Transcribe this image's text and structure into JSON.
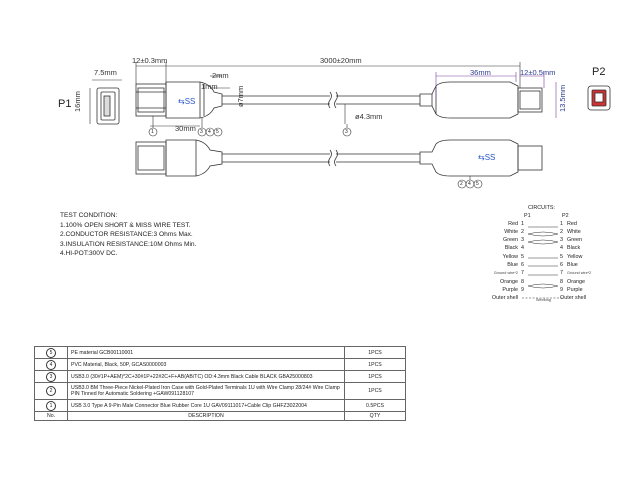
{
  "drawing": {
    "p1_label": "P1",
    "p2_label": "P2",
    "dimensions": {
      "d_12_03_left": "12±0.3mm",
      "d_3000": "3000±20mm",
      "d_2mm": "2mm",
      "d_7_5": "7.5mm",
      "d_16": "16mm",
      "d_1mm": "1mm",
      "d_7mm": "ø7mm",
      "d_30": "30mm",
      "d_36": "36mm",
      "d_12_05_right": "12±0.5mm",
      "d_13_5": "13.5mm",
      "d_4_3": "ø4.3mm"
    },
    "callouts": [
      "1",
      "2",
      "3",
      "4",
      "5"
    ],
    "colors": {
      "line": "#333333",
      "dim_blue": "#2b3a8f",
      "dim_purple": "#7a3fa0"
    }
  },
  "test_condition": {
    "title": "TEST CONDITION:",
    "lines": [
      "1.100% OPEN SHORT & MISS WIRE TEST.",
      "2.CONDUCTOR RESISTANCE:3 Ohms Max.",
      "3.INSULATION RESISTANCE:10M Ohms Min.",
      "4.HI-POT:300V DC."
    ]
  },
  "circuits": {
    "title": "CIRCUITS:",
    "p1": "P1",
    "p2": "P2",
    "rows": [
      {
        "left": "Red",
        "n1": "1",
        "n2": "1",
        "right": "Red"
      },
      {
        "left": "White",
        "n1": "2",
        "n2": "2",
        "right": "White"
      },
      {
        "left": "Green",
        "n1": "3",
        "n2": "3",
        "right": "Green"
      },
      {
        "left": "Black",
        "n1": "4",
        "n2": "4",
        "right": "Black"
      },
      {
        "left": "Yellow",
        "n1": "5",
        "n2": "5",
        "right": "Yellow"
      },
      {
        "left": "Blue",
        "n1": "6",
        "n2": "6",
        "right": "Blue"
      },
      {
        "left": "Ground wire*2",
        "n1": "7",
        "n2": "7",
        "right": "Ground wire*2"
      },
      {
        "left": "Orange",
        "n1": "8",
        "n2": "8",
        "right": "Orange"
      },
      {
        "left": "Purple",
        "n1": "9",
        "n2": "9",
        "right": "Purple"
      },
      {
        "left": "Outer shell",
        "n1": "",
        "n2": "",
        "right": "Outer shell"
      }
    ],
    "webbing": "Webbing"
  },
  "bom": {
    "rows": [
      {
        "no": "5",
        "desc": "PE material GCB00110001",
        "qty": "1PCS"
      },
      {
        "no": "4",
        "desc": "PVC Material, Black, 50P, GCAS0000003",
        "qty": "1PCS"
      },
      {
        "no": "3",
        "desc": "USB3.0 (30#1P+AEM)*2C+30#1P+22#2C+F+AB(AB/TC) OD:4.3mm Black Cable BLACK  GBA25000803",
        "qty": "1PCS"
      },
      {
        "no": "2",
        "desc": "USB3.0 BM Three-Piece Nickel-Plated Iron Case with Gold-Plated Terminals 1U with Wire Clamp  28/24# Wire Clamp PIN Tinned for Automatic Soldering +GAW091128107",
        "qty": "1PCS"
      },
      {
        "no": "1",
        "desc": "USB 3.0 Type A 9-Pin Male Connector Blue Rubber Core 1U GAV09111017+Cable Clip GHFZ3022004",
        "qty": "0.5PCS"
      }
    ],
    "header": {
      "no": "No.",
      "desc": "DESCRIPTION",
      "qty": "QTY"
    }
  }
}
